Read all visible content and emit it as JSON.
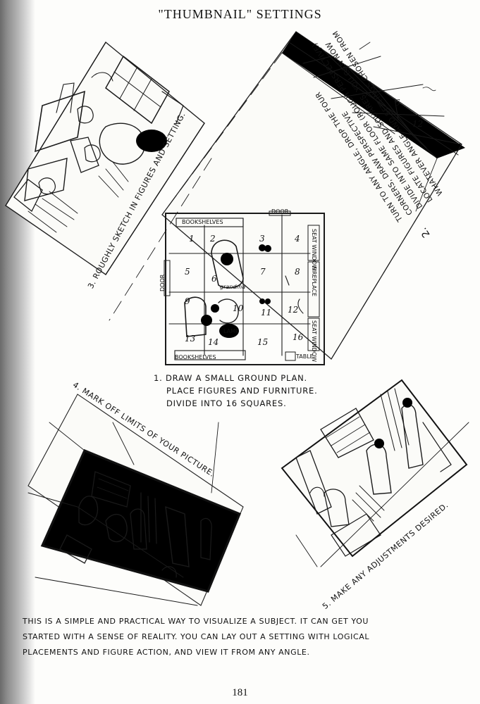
{
  "page_title": "\"THUMBNAIL\" SETTINGS",
  "steps": {
    "step1": [
      "1. DRAW A SMALL GROUND PLAN.",
      "PLACE FIGURES AND FURNITURE.",
      "DIVIDE INTO 16 SQUARES."
    ],
    "step2": [
      "2.",
      "TURN TO ANY ANGLE, DROP THE FOUR",
      "CORNERS, DRAW PERSPECTIVE",
      "DIVIDE INTO SAME FLOOR (ROUGH PERSPECTIVE)",
      "LOCATE FIGURES AND SQUARES. YOU CAN NOW",
      "WHATEVER ANGLE AND SETTINGS CHOSEN FROM"
    ],
    "step3": "3. ROUGHLY SKETCH IN FIGURES AND SETTING.",
    "step4": "4. MARK OFF LIMITS OF YOUR PICTURE.",
    "step5": "5. MAKE ANY ADJUSTMENTS DESIRED."
  },
  "plan": {
    "numbers": [
      "1",
      "2",
      "3",
      "4",
      "5",
      "6",
      "7",
      "8",
      "9",
      "10",
      "11",
      "12",
      "13",
      "14",
      "15",
      "16"
    ],
    "labels": {
      "bookshelves_top": "BOOKSHELVES",
      "bookshelves_bottom": "BOOKSHELVES",
      "door_top": "DOOR",
      "door_left": "DOOR",
      "seat_window_top": "SEAT WINDOW",
      "fireplace": "FIREPLACE",
      "seat_window_bottom": "SEAT WINDOW",
      "table": "TABLE",
      "lamp_chair": "LAMP",
      "grandma": "grandma"
    }
  },
  "caption": [
    "THIS IS A SIMPLE AND PRACTICAL WAY TO VISUALIZE A SUBJECT. IT CAN GET YOU",
    "STARTED WITH A SENSE OF REALITY. YOU CAN LAY OUT A SETTING WITH LOGICAL",
    "PLACEMENTS AND FIGURE ACTION, AND VIEW IT FROM ANY ANGLE."
  ],
  "page_number": "181"
}
